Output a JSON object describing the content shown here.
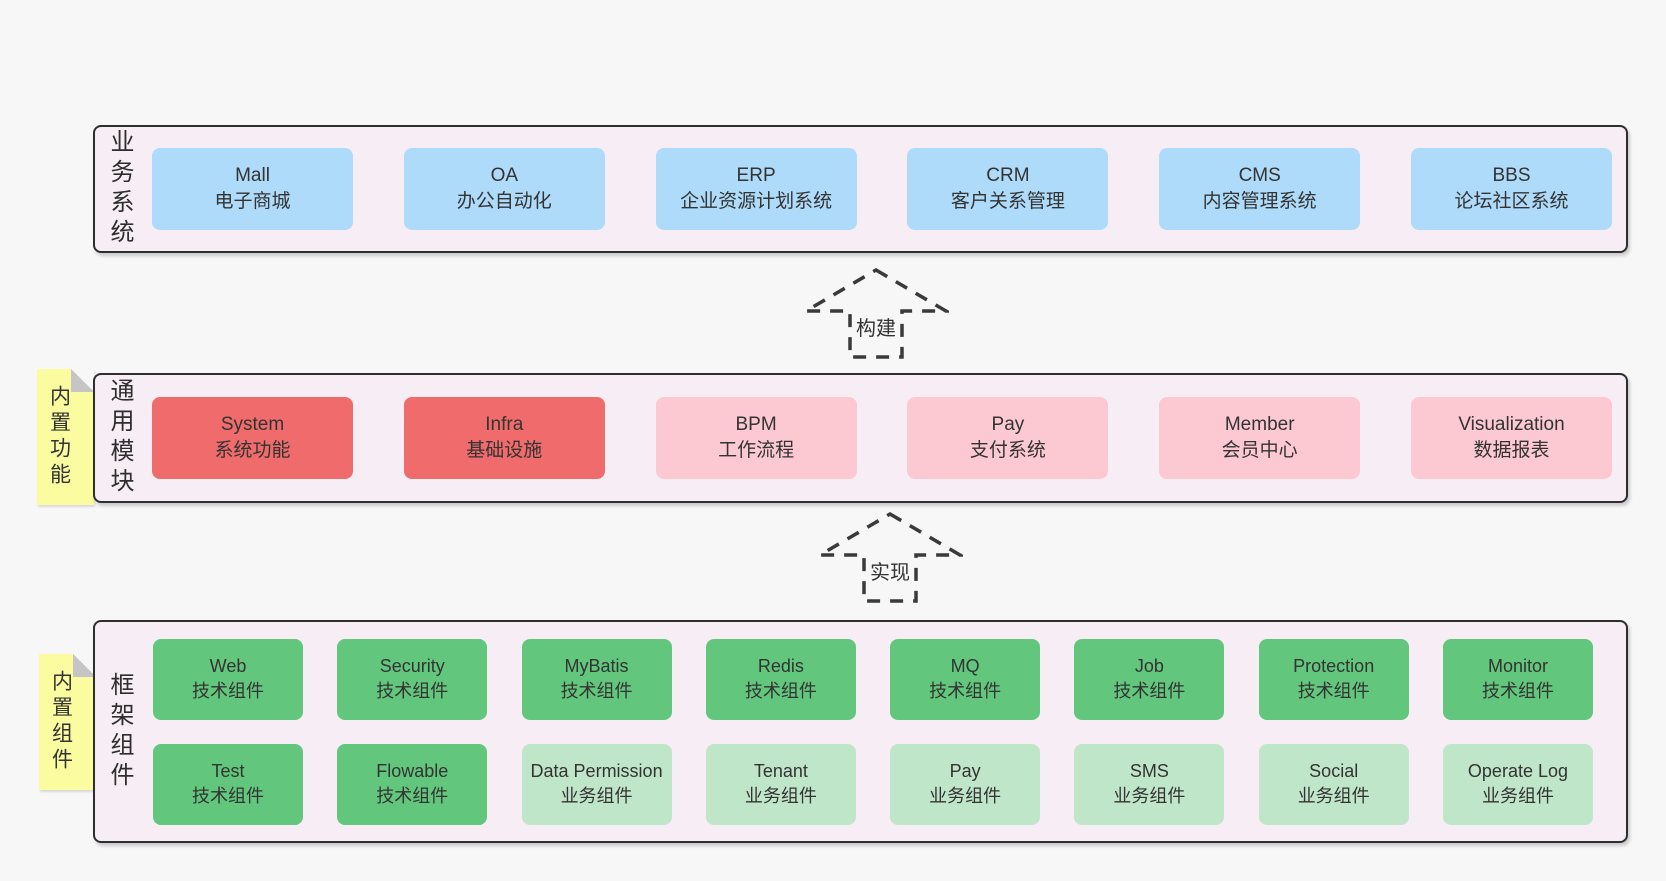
{
  "colors": {
    "page_background": "#f7f7f7",
    "container_fill": "#f6edf5",
    "container_border": "#2e2e2e",
    "box_blue": "#aedbf9",
    "box_red": "#f06b6b",
    "box_pink": "#fcc9d3",
    "box_green": "#62c77d",
    "box_lightgreen": "#c0e6c9",
    "note_yellow": "#fbfba0",
    "note_fold_gray": "#c5c5c5",
    "text": "#333333"
  },
  "arrows": [
    {
      "label": "构建"
    },
    {
      "label": "实现"
    }
  ],
  "layers": [
    {
      "label": "业务系统",
      "rows": [
        [
          {
            "name": "Mall",
            "desc": "电子商城",
            "variant": "blue"
          },
          {
            "name": "OA",
            "desc": "办公自动化",
            "variant": "blue"
          },
          {
            "name": "ERP",
            "desc": "企业资源计划系统",
            "variant": "blue"
          },
          {
            "name": "CRM",
            "desc": "客户关系管理",
            "variant": "blue"
          },
          {
            "name": "CMS",
            "desc": "内容管理系统",
            "variant": "blue"
          },
          {
            "name": "BBS",
            "desc": "论坛社区系统",
            "variant": "blue"
          }
        ]
      ]
    },
    {
      "label": "通用模块",
      "note": "内置功能",
      "rows": [
        [
          {
            "name": "System",
            "desc": "系统功能",
            "variant": "red"
          },
          {
            "name": "Infra",
            "desc": "基础设施",
            "variant": "red"
          },
          {
            "name": "BPM",
            "desc": "工作流程",
            "variant": "pink"
          },
          {
            "name": "Pay",
            "desc": "支付系统",
            "variant": "pink"
          },
          {
            "name": "Member",
            "desc": "会员中心",
            "variant": "pink"
          },
          {
            "name": "Visualization",
            "desc": "数据报表",
            "variant": "pink"
          }
        ]
      ]
    },
    {
      "label": "框架组件",
      "note": "内置组件",
      "rows": [
        [
          {
            "name": "Web",
            "desc": "技术组件",
            "variant": "green"
          },
          {
            "name": "Security",
            "desc": "技术组件",
            "variant": "green"
          },
          {
            "name": "MyBatis",
            "desc": "技术组件",
            "variant": "green"
          },
          {
            "name": "Redis",
            "desc": "技术组件",
            "variant": "green"
          },
          {
            "name": "MQ",
            "desc": "技术组件",
            "variant": "green"
          },
          {
            "name": "Job",
            "desc": "技术组件",
            "variant": "green"
          },
          {
            "name": "Protection",
            "desc": "技术组件",
            "variant": "green"
          },
          {
            "name": "Monitor",
            "desc": "技术组件",
            "variant": "green"
          }
        ],
        [
          {
            "name": "Test",
            "desc": "技术组件",
            "variant": "green"
          },
          {
            "name": "Flowable",
            "desc": "技术组件",
            "variant": "green"
          },
          {
            "name": "Data Permission",
            "desc": "业务组件",
            "variant": "lightgreen"
          },
          {
            "name": "Tenant",
            "desc": "业务组件",
            "variant": "lightgreen"
          },
          {
            "name": "Pay",
            "desc": "业务组件",
            "variant": "lightgreen"
          },
          {
            "name": "SMS",
            "desc": "业务组件",
            "variant": "lightgreen"
          },
          {
            "name": "Social",
            "desc": "业务组件",
            "variant": "lightgreen"
          },
          {
            "name": "Operate Log",
            "desc": "业务组件",
            "variant": "lightgreen"
          }
        ]
      ]
    }
  ]
}
